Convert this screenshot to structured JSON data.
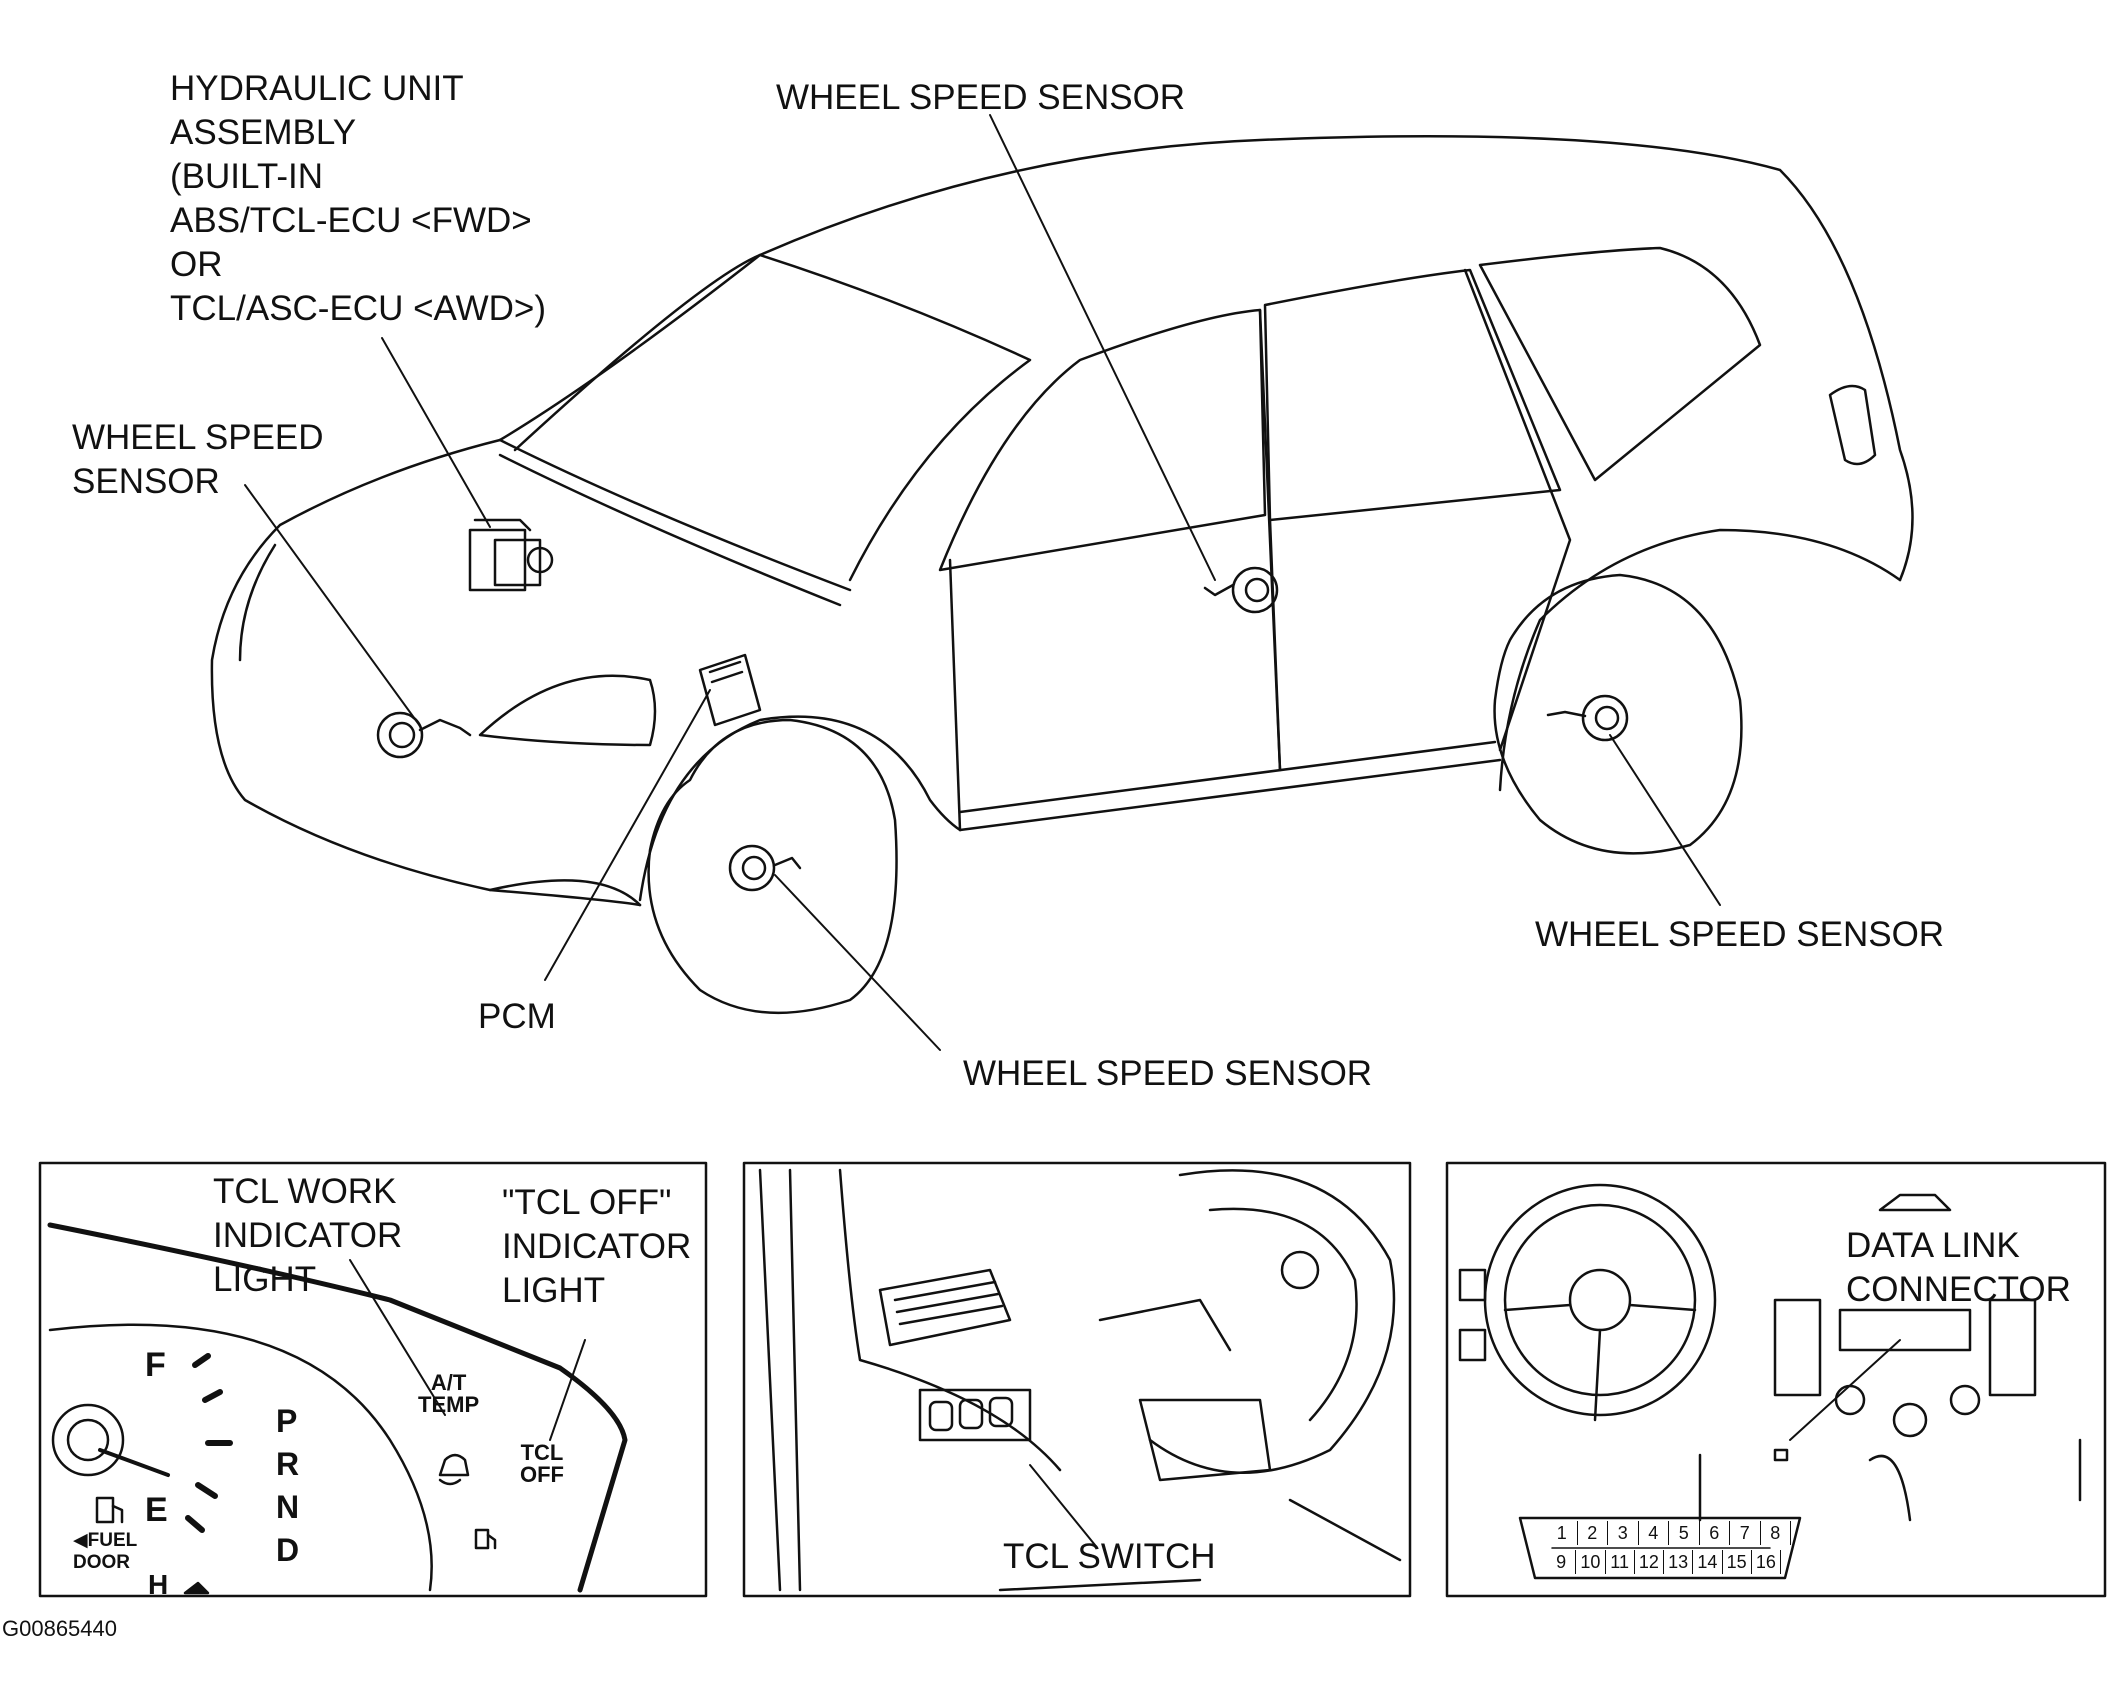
{
  "labels": {
    "hydraulic_unit": "HYDRAULIC UNIT\nASSEMBLY\n(BUILT-IN\nABS/TCL-ECU <FWD>\nOR\nTCL/ASC-ECU <AWD>)",
    "wss_top": "WHEEL SPEED SENSOR",
    "wss_front_left": "WHEEL SPEED\nSENSOR",
    "wss_rear_right": "WHEEL SPEED SENSOR",
    "wss_front_bottom": "WHEEL SPEED SENSOR",
    "pcm": "PCM",
    "tcl_work": "TCL WORK\nINDICATOR\nLIGHT",
    "tcl_off": "\"TCL OFF\"\nINDICATOR\nLIGHT",
    "tcl_switch": "TCL SWITCH",
    "data_link": "DATA LINK\nCONNECTOR",
    "figure_code": "G00865440"
  },
  "gauge": {
    "full_mark": "F",
    "empty_mark": "E",
    "hot_mark": "H",
    "fuel_door": "◀FUEL\nDOOR",
    "gear_p": "P",
    "gear_r": "R",
    "gear_n": "N",
    "gear_d": "D",
    "at_temp": "A/T\nTEMP",
    "tcl_off_lamp": "TCL\nOFF"
  },
  "connector": {
    "top_pins": [
      "1",
      "2",
      "3",
      "4",
      "5",
      "6",
      "7",
      "8"
    ],
    "bottom_pins": [
      "9",
      "10",
      "11",
      "12",
      "13",
      "14",
      "15",
      "16"
    ]
  }
}
